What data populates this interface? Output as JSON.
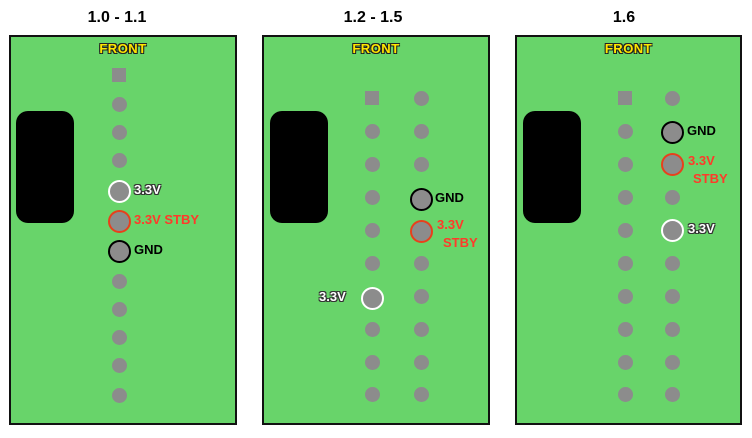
{
  "panels": [
    {
      "version": "1.0 - 1.1",
      "front": "FRONT"
    },
    {
      "version": "1.2 - 1.5",
      "front": "FRONT"
    },
    {
      "version": "1.6",
      "front": "FRONT"
    }
  ],
  "labels": {
    "v33": "3.3V",
    "v33_stby": "3.3V STBY",
    "v33_stby_l1": "3.3V",
    "v33_stby_l2": "STBY",
    "gnd": "GND"
  },
  "colors": {
    "board": "#68d46a",
    "pin": "#8c8c8c",
    "ring_3v3": "#ffffff",
    "ring_stby": "#e8401c",
    "ring_gnd": "#000000",
    "front_text": "#ffe600"
  }
}
